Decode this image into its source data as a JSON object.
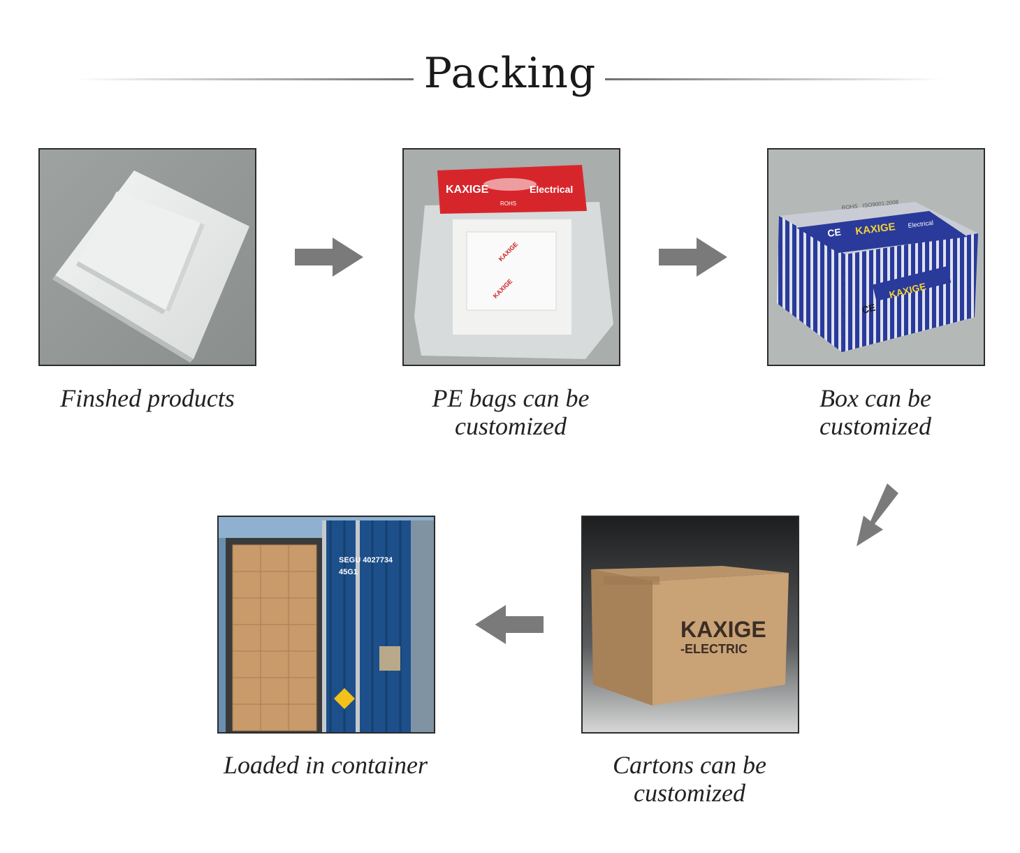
{
  "title": "Packing",
  "steps": [
    {
      "caption_line1": "Finshed products",
      "caption_line2": ""
    },
    {
      "caption_line1": "PE bags can be",
      "caption_line2": "customized"
    },
    {
      "caption_line1": "Box can be",
      "caption_line2": "customized"
    },
    {
      "caption_line1": "Cartons can be",
      "caption_line2": "customized"
    },
    {
      "caption_line1": "Loaded in container",
      "caption_line2": ""
    }
  ],
  "product_text": {
    "bag_brand": "KAXIGE",
    "bag_label": "Electrical",
    "bag_rohs": "ROHS",
    "box_cert": "ISO9001:2008",
    "box_rohs": "ROHS",
    "box_ce": "CE",
    "box_brand": "KAXIGE",
    "box_label": "Electrical",
    "carton_brand": "KAXIGE",
    "carton_sub": "-ELECTRIC",
    "container_id": "SEGU 4027734",
    "container_type": "45G1"
  },
  "colors": {
    "arrow": "#7a7a7a",
    "bag_red": "#d7262b",
    "box_blue": "#2a3a9a",
    "carton": "#c9a276",
    "container_blue": "#1d4f8a"
  },
  "icons": [
    "arrow-right-icon",
    "arrow-right-icon",
    "arrow-down-left-icon",
    "arrow-left-icon"
  ]
}
